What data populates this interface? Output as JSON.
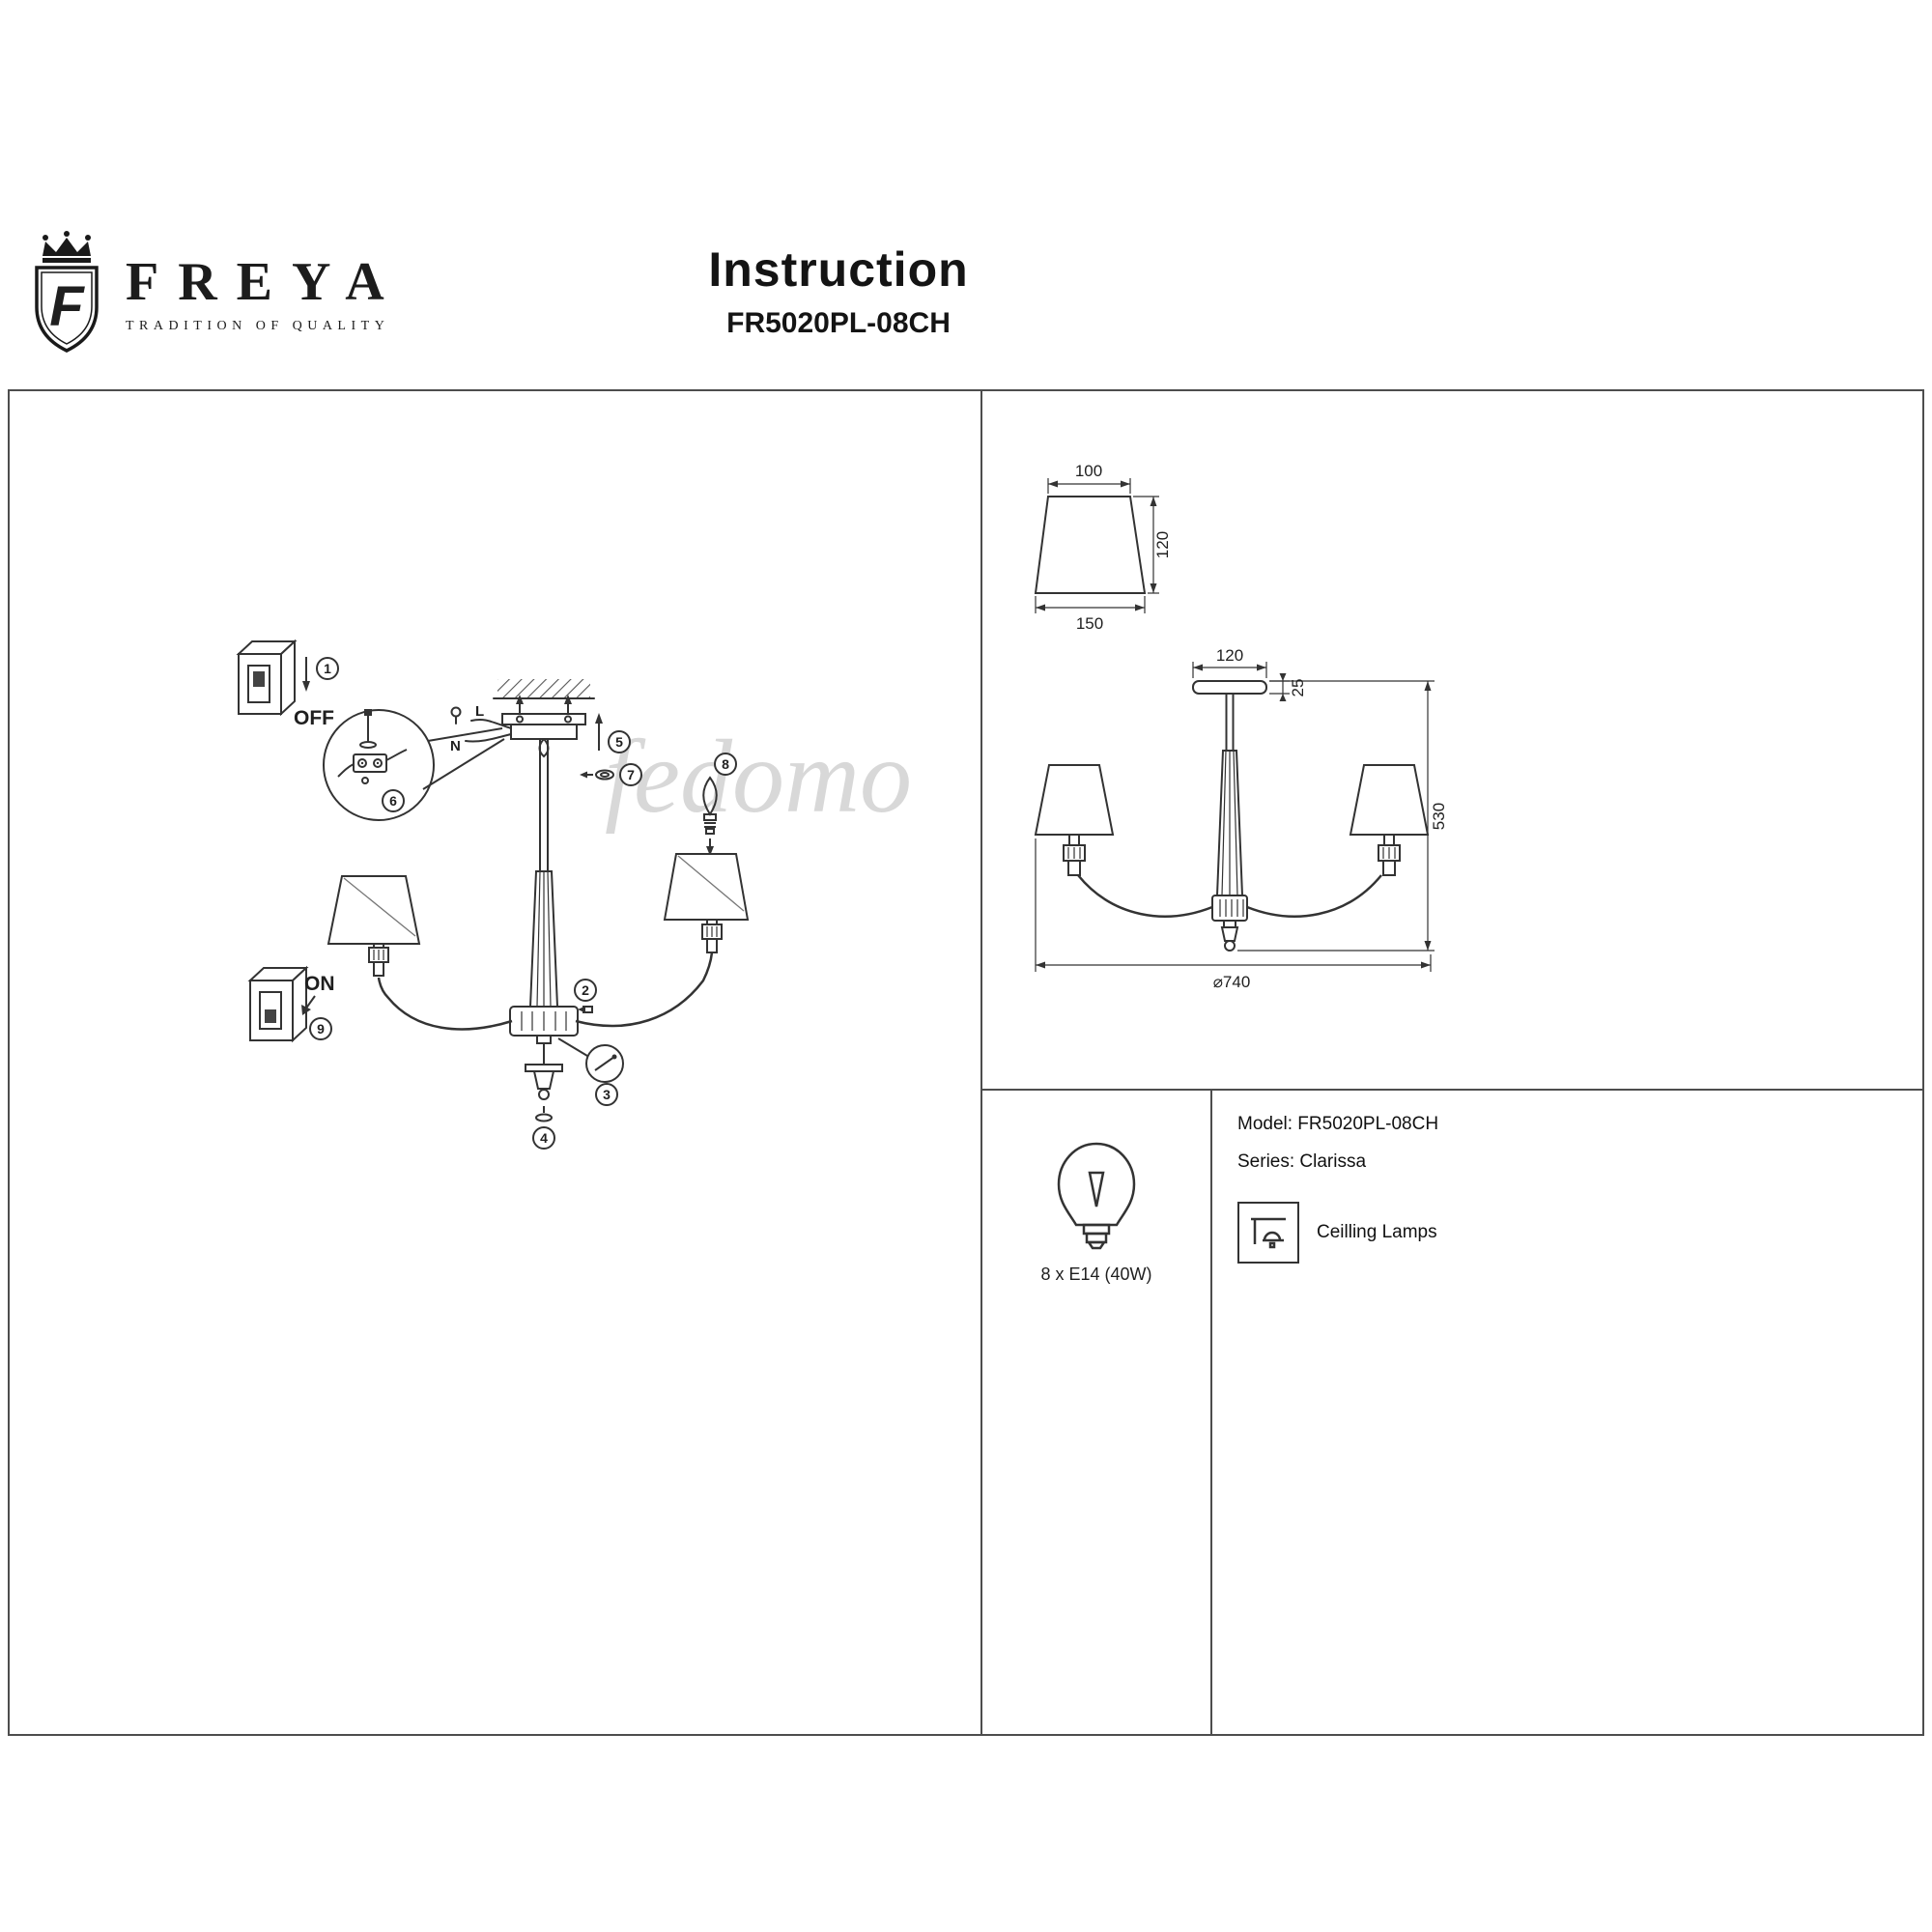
{
  "header": {
    "brand": "FREYA",
    "tagline": "TRADITION OF QUALITY",
    "title": "Instruction",
    "model_code": "FR5020PL-08CH"
  },
  "watermark": "fedomo",
  "assembly": {
    "off_label": "OFF",
    "on_label": "ON",
    "wire_live": "L",
    "wire_neutral": "N",
    "steps": [
      "1",
      "2",
      "3",
      "4",
      "5",
      "6",
      "7",
      "8",
      "9"
    ]
  },
  "dimensions": {
    "shade_top_width": "100",
    "shade_height": "120",
    "shade_bottom_width": "150",
    "canopy_width": "120",
    "canopy_height": "25",
    "fixture_height": "530",
    "fixture_diameter": "⌀740"
  },
  "specs": {
    "bulbs": "8 x E14 (40W)",
    "model": "Model: FR5020PL-08CH",
    "series": "Series: Clarissa",
    "category": "Ceilling Lamps"
  }
}
